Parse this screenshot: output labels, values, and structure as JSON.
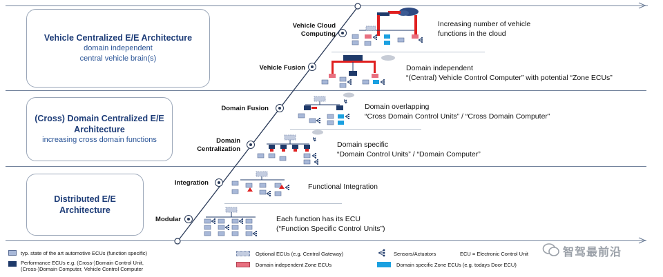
{
  "left_boxes": [
    {
      "title": "Vehicle Centralized E/E Architecture",
      "sub": [
        "domain independent",
        "central vehicle brain(s)"
      ]
    },
    {
      "title": "(Cross) Domain Centralized E/E Architecture",
      "sub": [
        "increasing cross domain functions"
      ]
    },
    {
      "title": "Distributed E/E Architecture",
      "sub": []
    }
  ],
  "stages": [
    {
      "label": "Vehicle Cloud Computing",
      "desc": [
        "Increasing number of vehicle",
        "functions in the cloud"
      ]
    },
    {
      "label": "Vehicle Fusion",
      "desc": [
        "Domain independent",
        "“(Central) Vehicle Control Computer” with potential “Zone ECUs”"
      ]
    },
    {
      "label": "Domain Fusion",
      "desc": [
        "Domain overlapping",
        "“Cross Domain Control Units” / “Cross Domain Computer”"
      ]
    },
    {
      "label": "Domain Centralization",
      "desc": [
        "Domain specific",
        "“Domain Control Units” / “Domain Computer”"
      ]
    },
    {
      "label": "Integration",
      "desc": [
        "Functional Integration"
      ]
    },
    {
      "label": "Modular",
      "desc": [
        "Each function has its ECU",
        "(“Function Specific Control Units”)"
      ]
    }
  ],
  "legend": {
    "std_ecu": "typ. state of the art automotive ECUs (function specific)",
    "perf_ecu": [
      "Performance ECUs e.g. (Cross-)Domain Control Unit,",
      "(Cross-)Domain Computer, Vehicle Control Computer"
    ],
    "optional": "Optional ECUs (e.g. Central Gateway)",
    "zone_indep": "Domain independent Zone ECUs",
    "sensors": "Sensors/Actuators",
    "ecu_def": "ECU = Electronic Control Unit",
    "zone_spec": "Domain specific Zone ECUs (e.g. todays Door ECU)"
  },
  "watermark": "智驾最前沿",
  "colors": {
    "std": "#a8b8d8",
    "perf": "#1f3a6a",
    "zone_indep": "#e87080",
    "zone_spec": "#1aa0e0",
    "red_bus": "#e02020",
    "cloud": "#6c7a98"
  }
}
